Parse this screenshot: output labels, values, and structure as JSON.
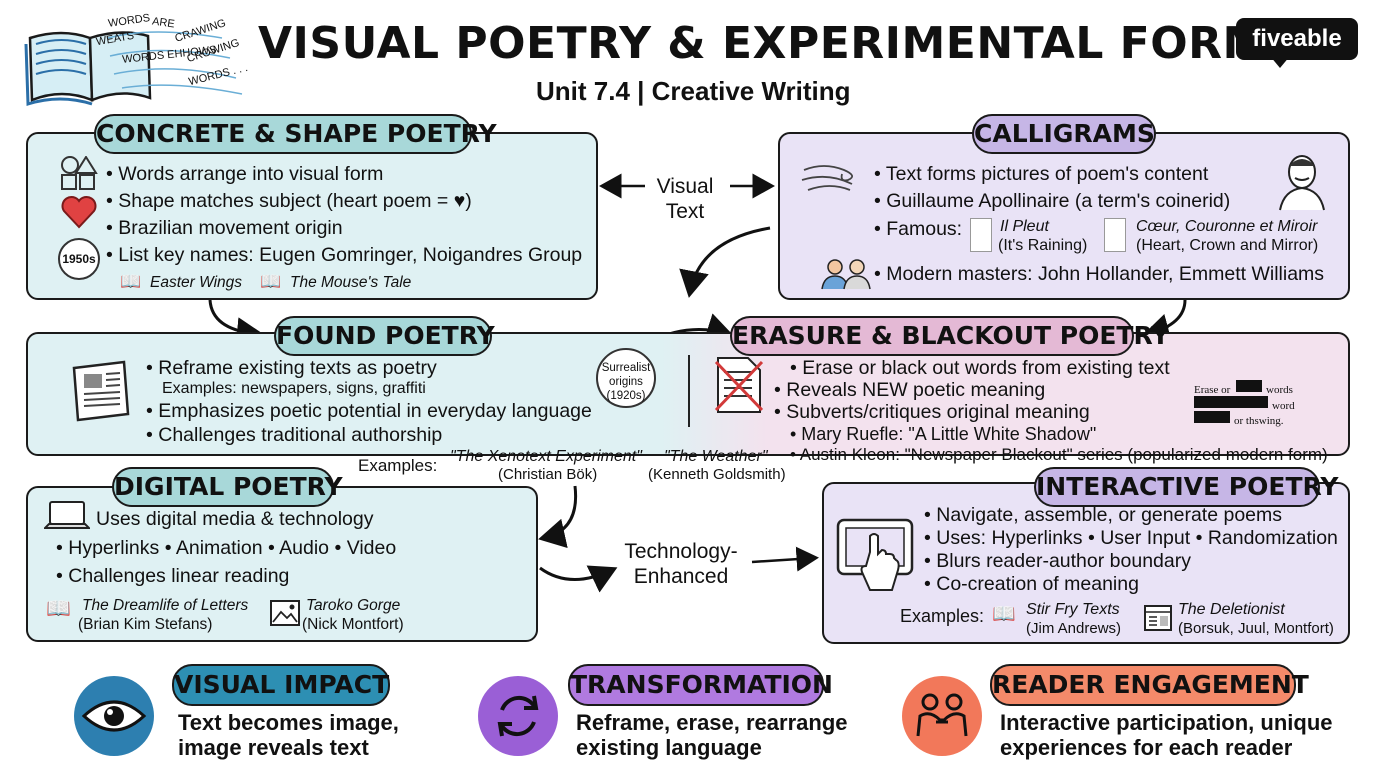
{
  "header": {
    "title": "VISUAL POETRY & EXPERIMENTAL FORMS",
    "subtitle": "Unit 7.4 | Creative Writing",
    "logo": "fiveable",
    "book_words": [
      "WORDS",
      "ARE",
      "WEATS",
      "CRAWING",
      "WORDS EHHOWS",
      "CROWING",
      "WORDS . . ."
    ]
  },
  "concrete": {
    "title": "CONCRETE & SHAPE POETRY",
    "bullets": [
      "• Words arrange into visual form",
      "• Shape matches subject (heart poem = ♥)",
      "• Brazilian movement origin",
      "• List key names: Eugen Gomringer, Noigandres Group"
    ],
    "badge": "1950s",
    "works": [
      "Easter Wings",
      "The Mouse's Tale"
    ]
  },
  "connector_top": {
    "label1": "Visual",
    "label2": "Text"
  },
  "calligrams": {
    "title": "CALLIGRAMS",
    "bullets": [
      "• Text forms pictures of poem's content",
      "• Guillaume Apollinaire (a term's coinerid)"
    ],
    "famous_label": "• Famous:",
    "work1_title": "Il Pleut",
    "work1_sub": "(It's Raining)",
    "work2_title": "Cœur, Couronne et Miroir",
    "work2_sub": "(Heart, Crown and Mirror)",
    "masters": "• Modern masters: John Hollander, Emmett Williams"
  },
  "found": {
    "title": "FOUND POETRY",
    "bullet1": "• Reframe existing texts as poetry",
    "examples_line": "Examples: newspapers, signs, graffiti",
    "bullet2": "• Emphasizes poetic potential in everyday language",
    "bullet3": "• Challenges traditional authorship",
    "badge_line1": "Surrealist",
    "badge_line2": "origins",
    "badge_line3": "(1920s)",
    "examples_label": "Examples:",
    "ex1_title": "\"The Xenotext Experiment\"",
    "ex1_author": "(Christian Bök)",
    "ex2_title": "\"The Weather\"",
    "ex2_author": "(Kenneth Goldsmith)"
  },
  "erasure": {
    "title": "ERASURE & BLACKOUT POETRY",
    "bullets": [
      "• Erase or black out words from existing text",
      "• Reveals NEW poetic meaning",
      "• Subverts/critiques original meaning",
      "• Mary Ruefle: \"A Little White Shadow\"",
      "• Austin Kleon: \"Newspaper Blackout\" series (popularized modern form)"
    ],
    "sample_1": "Erase or",
    "sample_2": "words",
    "sample_3": "word",
    "sample_4": "or thswing."
  },
  "digital": {
    "title": "DIGITAL POETRY",
    "line1": "Uses digital media & technology",
    "line2": "• Hyperlinks • Animation • Audio • Video",
    "line3": "• Challenges linear reading",
    "work1_title": "The Dreamlife of Letters",
    "work1_author": "(Brian Kim Stefans)",
    "work2_title": "Taroko Gorge",
    "work2_author": "(Nick Montfort)"
  },
  "connector_mid": {
    "label1": "Technology-",
    "label2": "Enhanced"
  },
  "interactive": {
    "title": "INTERACTIVE POETRY",
    "bullets": [
      "• Navigate, assemble, or generate poems",
      "• Uses: Hyperlinks • User Input • Randomization",
      "• Blurs reader-author boundary",
      "• Co-creation of meaning"
    ],
    "examples_label": "Examples:",
    "ex1_title": "Stir Fry Texts",
    "ex1_author": "(Jim Andrews)",
    "ex2_title": "The Deletionist",
    "ex2_author": "(Borsuk, Juul, Montfort)"
  },
  "footer": [
    {
      "title": "VISUAL IMPACT",
      "line1": "Text becomes image,",
      "line2": "image reveals text",
      "pill_color": "#2d8fb3",
      "circle_color": "#2d7fb0"
    },
    {
      "title": "TRANSFORMATION",
      "line1": "Reframe, erase, rearrange",
      "line2": "existing language",
      "pill_color": "#b07ae0",
      "circle_color": "#9a5fd6"
    },
    {
      "title": "READER ENGAGEMENT",
      "line1": "Interactive participation, unique",
      "line2": "experiences for each reader",
      "pill_color": "#f48a6a",
      "circle_color": "#f2785a"
    }
  ]
}
